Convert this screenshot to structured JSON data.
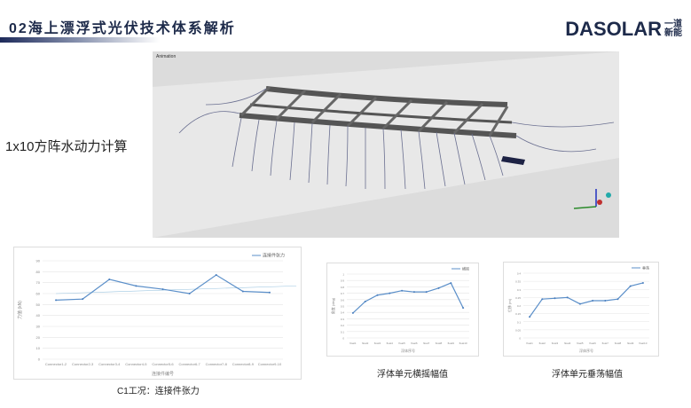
{
  "header": {
    "title": "02海上漂浮式光伏技术体系解析",
    "logo_main": "DASOLAR",
    "logo_sub": "一道新能"
  },
  "sim": {
    "heading": "Animation",
    "label": "1x10方阵水动力计算"
  },
  "chart_data": [
    {
      "type": "line",
      "title": "",
      "legend": [
        "连接件张力"
      ],
      "xlabel": "连接件编号",
      "ylabel": "力值 (kN)",
      "ylim": [
        0,
        90
      ],
      "yticks": [
        0,
        10,
        20,
        30,
        40,
        50,
        60,
        70,
        80,
        90
      ],
      "categories": [
        "Connector1-2",
        "Connector2-3",
        "Connector3-4",
        "Connector4-5",
        "Connector5-6",
        "Connector6-7",
        "Connector7-8",
        "Connector8-9",
        "Connector9-10"
      ],
      "series": [
        {
          "name": "连接件张力",
          "values": [
            54,
            55,
            73,
            67,
            64,
            60,
            77,
            62,
            61
          ]
        }
      ],
      "trendline": [
        60,
        67
      ],
      "caption": "C1工况：连接件张力"
    },
    {
      "type": "line",
      "legend": [
        "横摇"
      ],
      "xlabel": "浮体序号",
      "ylabel": "角度 (deg)",
      "ylim": [
        0,
        1
      ],
      "yticks": [
        0,
        0.1,
        0.2,
        0.3,
        0.4,
        0.5,
        0.6,
        0.7,
        0.8,
        0.9,
        1
      ],
      "categories": [
        "float1",
        "float2",
        "float3",
        "float4",
        "float5",
        "float6",
        "float7",
        "float8",
        "float9",
        "float10"
      ],
      "series": [
        {
          "name": "横摇",
          "values": [
            0.39,
            0.57,
            0.67,
            0.7,
            0.74,
            0.72,
            0.72,
            0.78,
            0.86,
            0.47
          ]
        }
      ],
      "caption": "浮体单元横摇幅值"
    },
    {
      "type": "line",
      "legend": [
        "垂荡"
      ],
      "xlabel": "浮体序号",
      "ylabel": "位移 (m)",
      "ylim": [
        0,
        0.4
      ],
      "yticks": [
        0,
        0.05,
        0.1,
        0.15,
        0.2,
        0.25,
        0.3,
        0.35,
        0.4
      ],
      "categories": [
        "float1",
        "float2",
        "float3",
        "float4",
        "float5",
        "float6",
        "float7",
        "float8",
        "float9",
        "float10"
      ],
      "series": [
        {
          "name": "垂荡",
          "values": [
            0.13,
            0.24,
            0.245,
            0.25,
            0.21,
            0.23,
            0.23,
            0.24,
            0.32,
            0.34
          ]
        }
      ],
      "caption": "浮体单元垂荡幅值"
    }
  ]
}
